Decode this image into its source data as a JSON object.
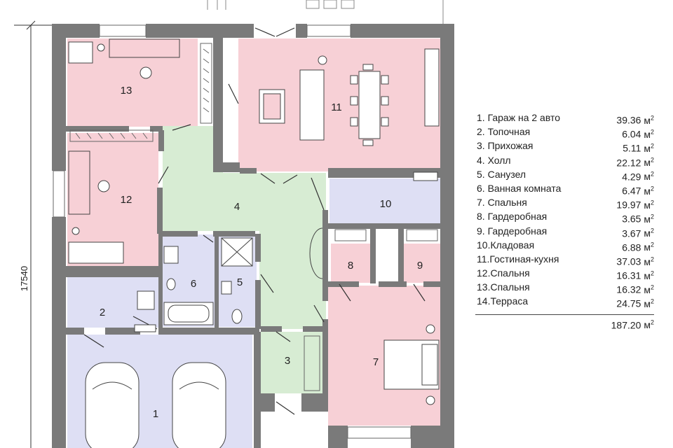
{
  "plan": {
    "dimension": "17540",
    "colors": {
      "wall": "#7a7a7a",
      "bedroom": "#f7d0d6",
      "service": "#dedff4",
      "hall": "#d7ecd3",
      "outline": "#555555"
    },
    "rooms": [
      {
        "number": "1"
      },
      {
        "number": "2"
      },
      {
        "number": "3"
      },
      {
        "number": "4"
      },
      {
        "number": "5"
      },
      {
        "number": "6"
      },
      {
        "number": "7"
      },
      {
        "number": "8"
      },
      {
        "number": "9"
      },
      {
        "number": "10"
      },
      {
        "number": "11"
      },
      {
        "number": "12"
      },
      {
        "number": "13"
      }
    ]
  },
  "legend": {
    "unit": "м",
    "unit_power": "2",
    "items": [
      {
        "name": "1.  Гараж на 2 авто",
        "area": "39.36"
      },
      {
        "name": "2.  Топочная",
        "area": "6.04"
      },
      {
        "name": "3.  Прихожая",
        "area": "5.11"
      },
      {
        "name": "4.  Холл",
        "area": "22.12"
      },
      {
        "name": "5.  Санузел",
        "area": "4.29"
      },
      {
        "name": "6.  Ванная комната",
        "area": "6.47"
      },
      {
        "name": "7.  Спальня",
        "area": "19.97"
      },
      {
        "name": "8.  Гардеробная",
        "area": "3.65"
      },
      {
        "name": "9.  Гардеробная",
        "area": "3.67"
      },
      {
        "name": "10.Кладовая",
        "area": "6.88"
      },
      {
        "name": "11.Гостиная-кухня",
        "area": "37.03"
      },
      {
        "name": "12.Спальня",
        "area": "16.31"
      },
      {
        "name": "13.Спальня",
        "area": "16.32"
      },
      {
        "name": "14.Терраса",
        "area": "24.75"
      }
    ],
    "total": "187.20"
  }
}
